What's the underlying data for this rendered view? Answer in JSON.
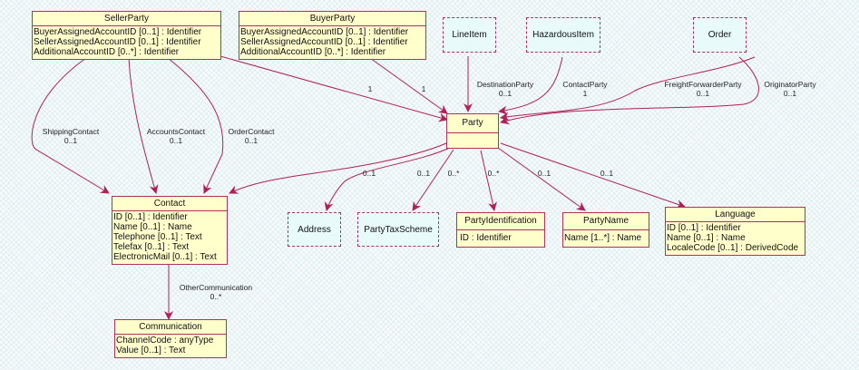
{
  "diagram": {
    "classes": {
      "seller_party": {
        "name": "SellerParty",
        "attributes": [
          "BuyerAssignedAccountID [0..1] : Identifier",
          "SellerAssignedAccountID [0..1] : Identifier",
          "AdditionalAccountID [0..*] : Identifier"
        ]
      },
      "buyer_party": {
        "name": "BuyerParty",
        "attributes": [
          "BuyerAssignedAccountID [0..1] : Identifier",
          "SellerAssignedAccountID [0..1] : Identifier",
          "AdditionalAccountID [0..*] : Identifier"
        ]
      },
      "party": {
        "name": "Party",
        "attributes": []
      },
      "contact": {
        "name": "Contact",
        "attributes": [
          "ID [0..1] : Identifier",
          "Name [0..1] : Name",
          "Telephone [0..1] : Text",
          "Telefax [0..1] : Text",
          "ElectronicMail [0..1] : Text"
        ]
      },
      "communication": {
        "name": "Communication",
        "attributes": [
          "ChannelCode : anyType",
          "Value [0..1] : Text"
        ]
      },
      "party_identification": {
        "name": "PartyIdentification",
        "attributes": [
          "ID : Identifier"
        ]
      },
      "party_name": {
        "name": "PartyName",
        "attributes": [
          "Name [1..*] : Name"
        ]
      },
      "language": {
        "name": "Language",
        "attributes": [
          "ID [0..1] : Identifier",
          "Name [0..1] : Name",
          "LocaleCode [0..1] : DerivedCode"
        ]
      }
    },
    "references": {
      "line_item": "LineItem",
      "hazardous_item": "HazardousItem",
      "order": "Order",
      "address": "Address",
      "party_tax_scheme": "PartyTaxScheme"
    },
    "associations": {
      "seller_to_party": {
        "role": "",
        "multiplicity": "1"
      },
      "buyer_to_party": {
        "role": "",
        "multiplicity": "1"
      },
      "destination_party": {
        "role": "DestinationParty",
        "multiplicity": "0..1"
      },
      "contact_party": {
        "role": "ContactParty",
        "multiplicity": "1"
      },
      "freight_forwarder_party": {
        "role": "FreightForwarderParty",
        "multiplicity": "0..1"
      },
      "originator_party": {
        "role": "OriginatorParty",
        "multiplicity": "0..1"
      },
      "shipping_contact": {
        "role": "ShippingContact",
        "multiplicity": "0..1"
      },
      "accounts_contact": {
        "role": "AccountsContact",
        "multiplicity": "0..1"
      },
      "order_contact": {
        "role": "OrderContact",
        "multiplicity": "0..1"
      },
      "party_contact": {
        "role": "",
        "multiplicity": "0..1"
      },
      "party_address": {
        "role": "",
        "multiplicity": "0..1"
      },
      "party_tax_scheme": {
        "role": "",
        "multiplicity": "0..*"
      },
      "party_identification": {
        "role": "",
        "multiplicity": "0..*"
      },
      "party_name": {
        "role": "",
        "multiplicity": "0..1"
      },
      "party_language": {
        "role": "",
        "multiplicity": "0..1"
      },
      "other_communication": {
        "role": "OtherCommunication",
        "multiplicity": "0..*"
      }
    },
    "colors": {
      "line": "#b0205a",
      "class_fill": "#ffffcc",
      "ref_fill": "#e8fafa"
    }
  }
}
